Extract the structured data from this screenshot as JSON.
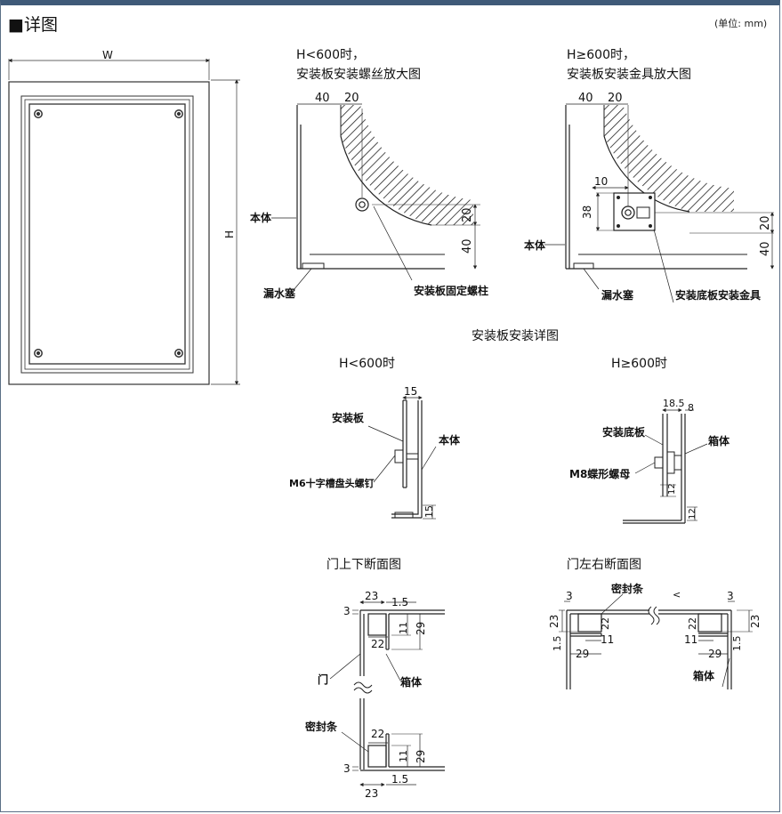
{
  "header": {
    "title": "■详图",
    "unit": "(单位: mm)"
  },
  "front_view": {
    "w_label": "W",
    "h_label": "H"
  },
  "detail_small": {
    "title_line1": "H<600时，",
    "title_line2": "安装板安装螺丝放大图",
    "dim_40": "40",
    "dim_20": "20",
    "dim_v20": "20",
    "dim_v40": "40",
    "label_body": "本体",
    "label_drain": "漏水塞",
    "label_stud": "安装板固定螺柱"
  },
  "detail_large": {
    "title_line1": "H≥600时，",
    "title_line2": "安装板安装金具放大图",
    "dim_40": "40",
    "dim_20": "20",
    "dim_10": "10",
    "dim_38": "38",
    "dim_v20": "20",
    "dim_v40": "40",
    "label_body": "本体",
    "label_drain": "漏水塞",
    "label_bracket": "安装底板安装金具"
  },
  "mount_detail": {
    "title": "安装板安装详图",
    "small": {
      "title": "H<600时",
      "dim_15": "15",
      "dim_v15": "15",
      "label_plate": "安装板",
      "label_body": "本体",
      "label_screw": "M6十字槽盘头螺钉"
    },
    "large": {
      "title": "H≥600时",
      "dim_185": "18.5",
      "dim_8": "8",
      "dim_12a": "12",
      "dim_12b": "12",
      "label_plate": "安装底板",
      "label_box": "箱体",
      "label_nut": "M8蝶形螺母"
    }
  },
  "section_tb": {
    "title": "门上下断面图",
    "dim_23": "23",
    "dim_15": "1.5",
    "dim_3": "3",
    "dim_22": "22",
    "dim_11": "11",
    "dim_29": "29",
    "label_box": "箱体",
    "label_door": "门",
    "label_seal": "密封条",
    "dim_b22": "22",
    "dim_b11": "11",
    "dim_b29": "29",
    "dim_b3": "3",
    "dim_b23": "23",
    "dim_b15": "1.5"
  },
  "section_lr": {
    "title": "门左右断面图",
    "label_seal": "密封条",
    "label_box": "箱体",
    "dim_3l": "3",
    "dim_3r": "3",
    "dim_23l": "23",
    "dim_23r": "23",
    "dim_22l": "22",
    "dim_22r": "22",
    "dim_11l": "11",
    "dim_11r": "11",
    "dim_29l": "29",
    "dim_29r": "29",
    "dim_15l": "1.5",
    "dim_15r": "1.5",
    "mark": "<"
  }
}
